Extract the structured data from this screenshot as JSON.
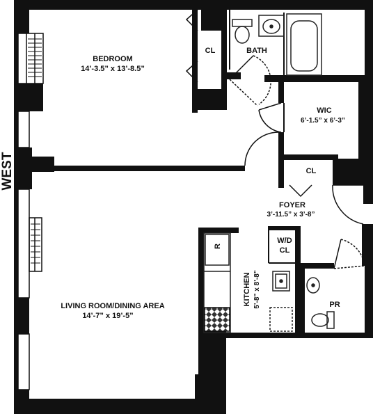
{
  "colors": {
    "wall": "#111111",
    "fixture": "#222222",
    "pattern": "#333333",
    "background": "#ffffff"
  },
  "orientation": {
    "label": "WEST"
  },
  "rooms": {
    "bedroom": {
      "name": "BEDROOM",
      "dims": "14’-3.5” x 13’-8.5”"
    },
    "bedroom_closet": {
      "name": "CL"
    },
    "bath": {
      "name": "BATH"
    },
    "wic": {
      "name": "WIC",
      "dims": "6’-1.5” x 6’-3”"
    },
    "foyer_closet": {
      "name": "CL"
    },
    "foyer": {
      "name": "FOYER",
      "dims": "3’-11.5” x 3’-8”"
    },
    "living": {
      "name": "LIVING ROOM/DINING AREA",
      "dims": "14’-7” x 19’-5”"
    },
    "wd_closet": {
      "line1": "W/D",
      "line2": "CL"
    },
    "kitchen": {
      "name": "KITCHEN",
      "dims": "5’-8” x 8’-8”"
    },
    "powder_room": {
      "name": "PR"
    }
  },
  "appliances": {
    "refrigerator": "R"
  }
}
